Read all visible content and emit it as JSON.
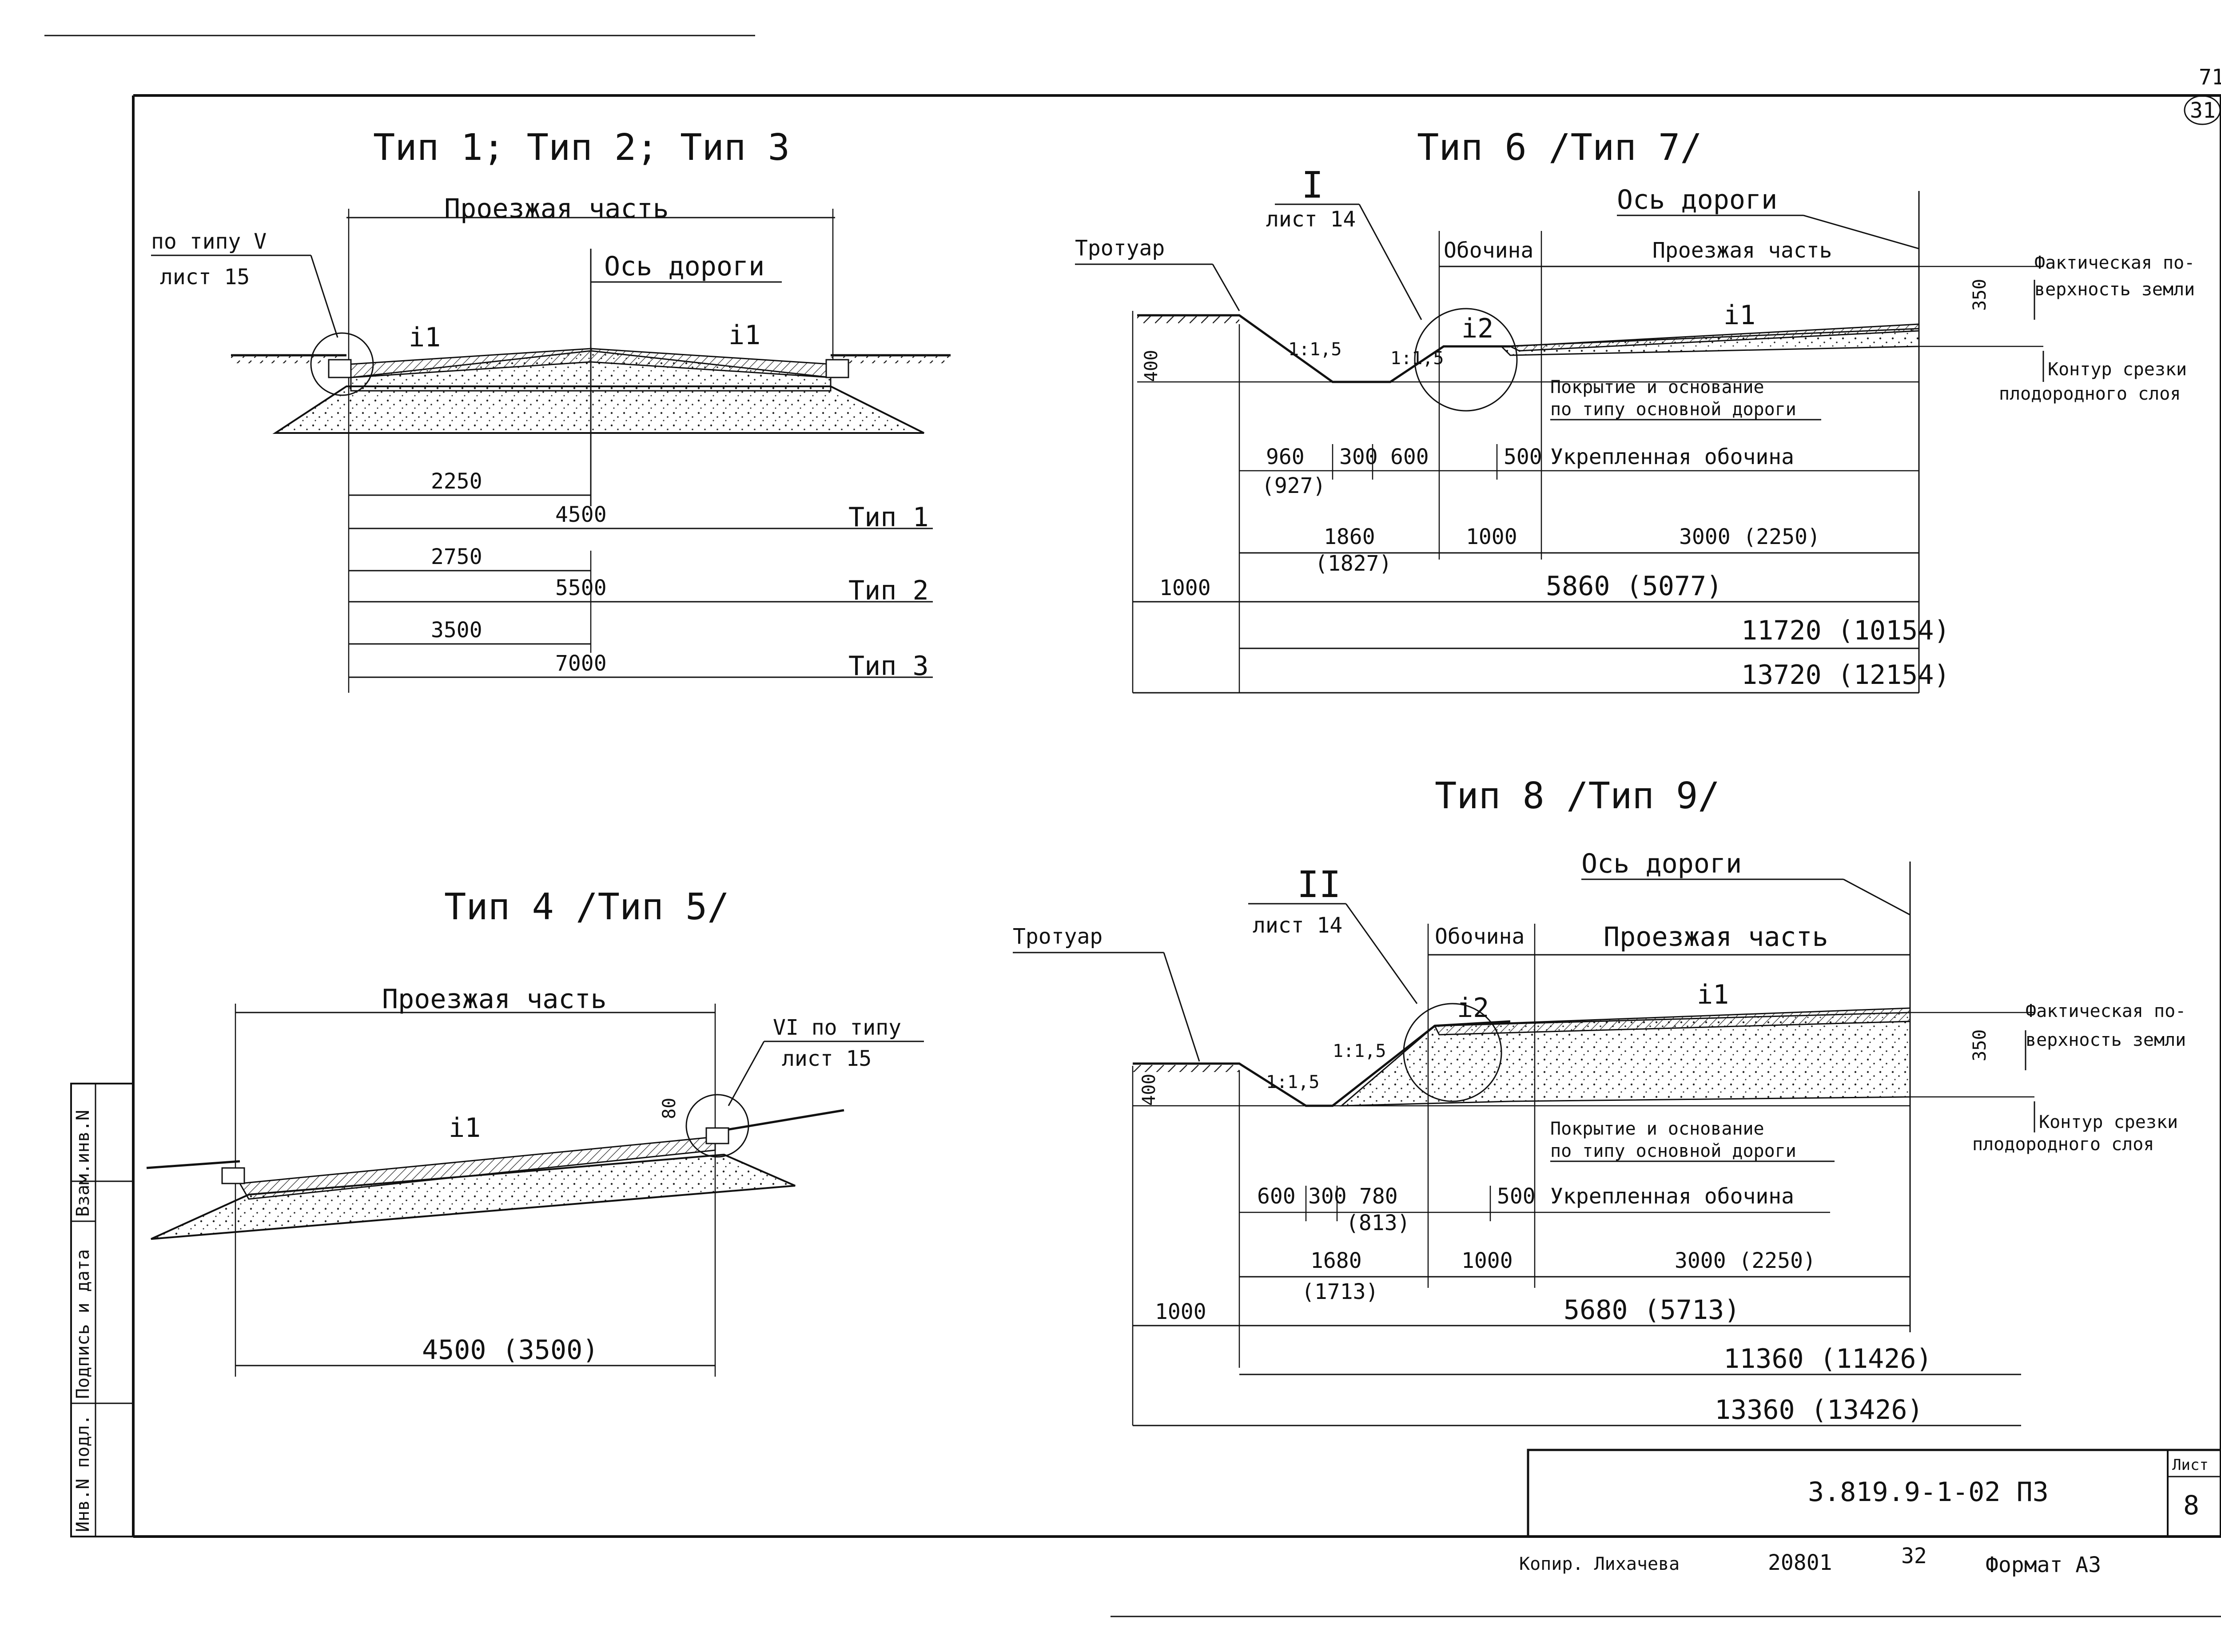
{
  "page_number": {
    "top": "71",
    "circled": "31"
  },
  "type123": {
    "title": "Тип 1; Тип 2; Тип 3",
    "roadway": "Проезжая часть",
    "road_axis": "Ось дороги",
    "ref_type": "по типу V",
    "ref_sheet": "лист 15",
    "slope_left": "i1",
    "slope_right": "i1",
    "rows": [
      {
        "half": "2250",
        "full": "4500",
        "label": "Тип 1"
      },
      {
        "half": "2750",
        "full": "5500",
        "label": "Тип 2"
      },
      {
        "half": "3500",
        "full": "7000",
        "label": "Тип 3"
      }
    ]
  },
  "type45": {
    "title": "Тип 4 /Тип 5/",
    "roadway": "Проезжая часть",
    "ref_type": "VI по типу",
    "ref_sheet": "лист 15",
    "slope": "i1",
    "height": "80",
    "width": "4500 (3500)"
  },
  "type67": {
    "title": "Тип 6 /Тип 7/",
    "node": "I",
    "node_sheet": "лист 14",
    "sidewalk": "Тротуар",
    "shoulder": "Обочина",
    "roadway": "Проезжая часть",
    "road_axis": "Ось дороги",
    "surface_1": "Фактическая по-",
    "surface_2": "верхность земли",
    "cut_1": "Контур срезки",
    "cut_2": "плодородного слоя",
    "pavement_1": "Покрытие и основание",
    "pavement_2": "по типу основной дороги",
    "reinforced": "Укрепленная обочина",
    "slope_1": "1:1,5",
    "slope_2": "1:1,5",
    "i1": "i1",
    "i2": "i2",
    "h400": "400",
    "h350": "350",
    "d960": "960",
    "d927": "(927)",
    "d300": "300",
    "d600": "600",
    "d500": "500",
    "d1860": "1860",
    "d1827": "(1827)",
    "d1000a": "1000",
    "d3000": "3000 (2250)",
    "d1000b": "1000",
    "d5860": "5860 (5077)",
    "d11720": "11720 (10154)",
    "d13720": "13720 (12154)"
  },
  "type89": {
    "title": "Тип 8 /Тип 9/",
    "node": "II",
    "node_sheet": "лист 14",
    "sidewalk": "Тротуар",
    "shoulder": "Обочина",
    "roadway": "Проезжая часть",
    "road_axis": "Ось дороги",
    "surface_1": "Фактическая по-",
    "surface_2": "верхность земли",
    "cut_1": "Контур срезки",
    "cut_2": "плодородного слоя",
    "pavement_1": "Покрытие и основание",
    "pavement_2": "по типу основной дороги",
    "reinforced": "Укрепленная обочина",
    "slope_1": "1:1,5",
    "slope_2": "1:1,5",
    "i1": "i1",
    "i2": "i2",
    "h400": "400",
    "h350": "350",
    "d600": "600",
    "d300": "300",
    "d780": "780",
    "d813": "(813)",
    "d500": "500",
    "d1680": "1680",
    "d1713": "(1713)",
    "d1000a": "1000",
    "d3000": "3000 (2250)",
    "d1000b": "1000",
    "d5680": "5680 (5713)",
    "d11360": "11360 (11426)",
    "d13360": "13360 (13426)"
  },
  "stamp": {
    "code": "3.819.9-1-02 ПЗ",
    "sheet_label": "Лист",
    "sheet_number": "8"
  },
  "side_stamp": [
    "Инв.N подл.",
    "Подпись и дата",
    "Взам.инв.N"
  ],
  "footer": {
    "copier": "Копир. Лихачева",
    "order": "20801",
    "num": "32",
    "format": "Формат А3"
  }
}
